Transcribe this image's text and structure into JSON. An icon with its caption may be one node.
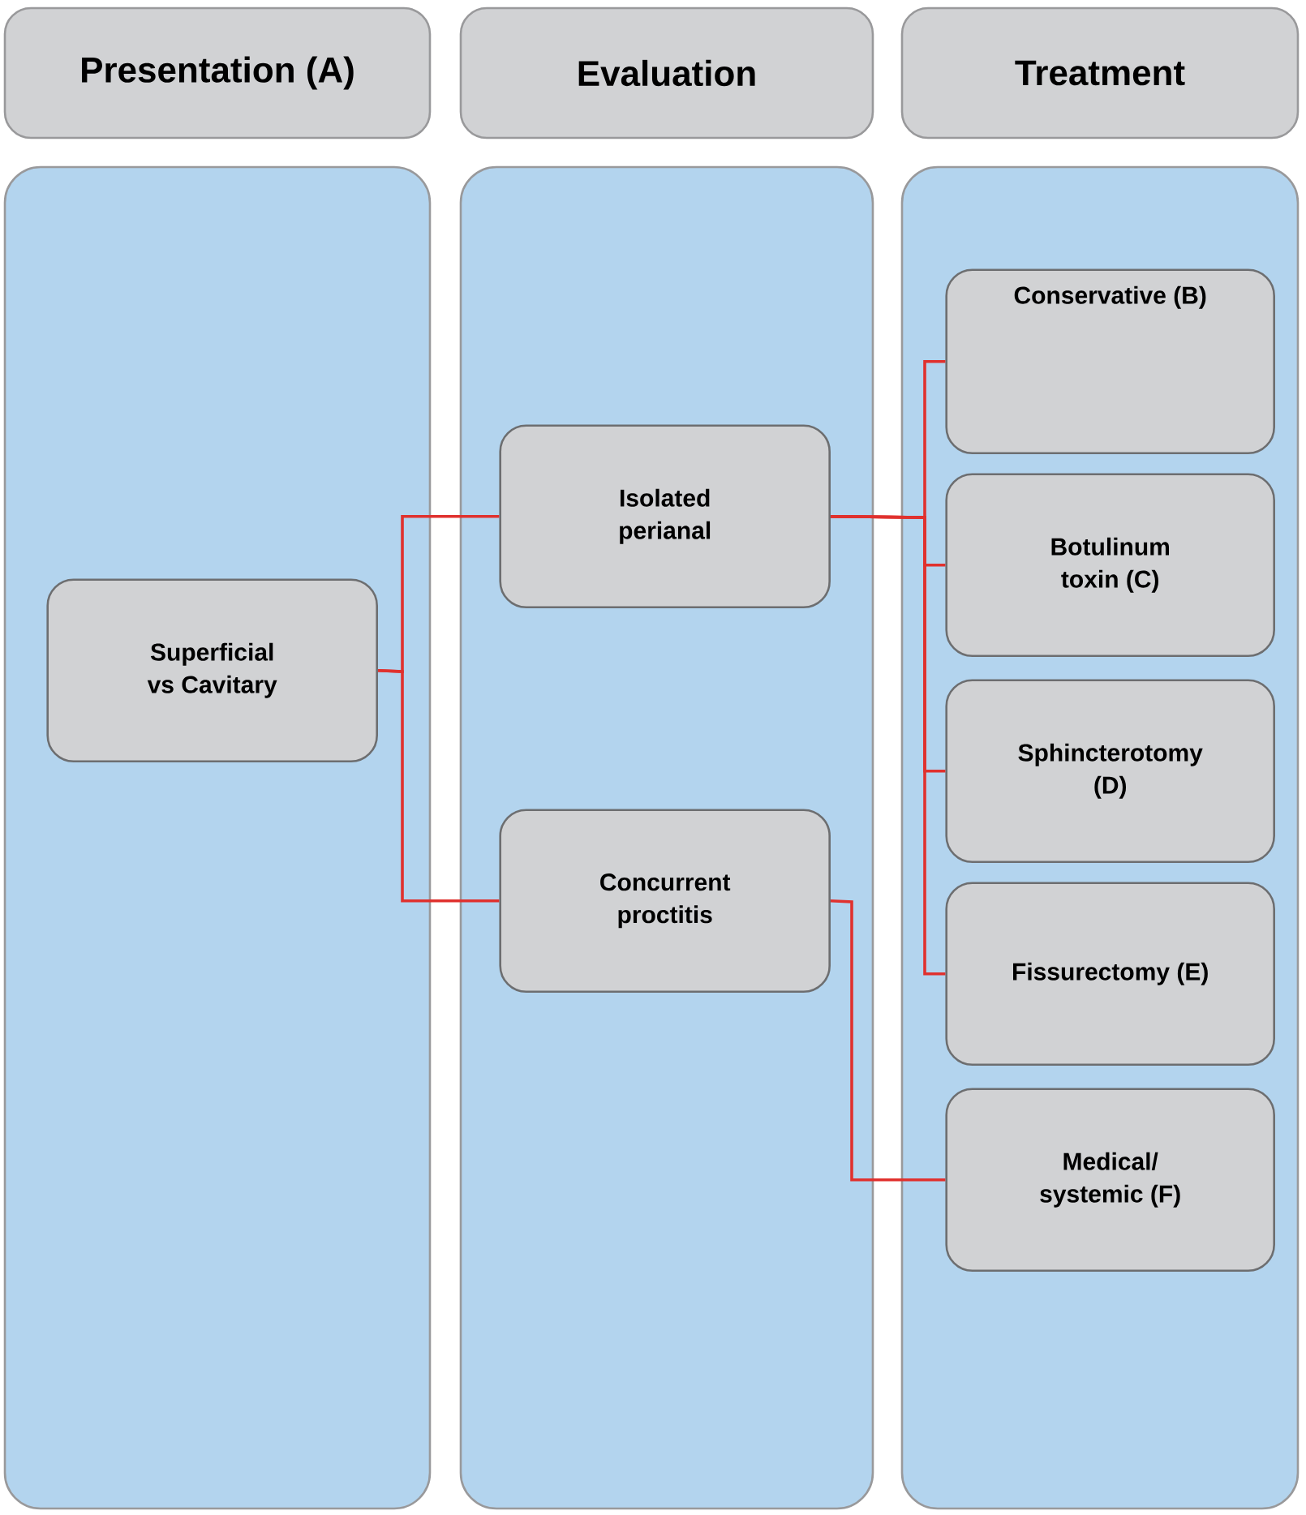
{
  "diagram": {
    "nodes": [
      {
        "text": [
          "Presentation (A)"
        ]
      },
      {
        "text": [
          "Evaluation"
        ]
      },
      {
        "text": [
          "Treatment"
        ]
      },
      {
        "text": [],
        "shape": "box"
      },
      {
        "text": [],
        "shape": "box"
      },
      {
        "text": [],
        "shape": "box"
      },
      {
        "text": [
          "Superficial vs Cavitary"
        ],
        "in": 3
      },
      {
        "text": [
          "Isolated perianal"
        ],
        "in": 4
      },
      {
        "text": [
          "Concurrent proctitis"
        ],
        "in": 4
      },
      {
        "text": [
          "Conservative (B)"
        ],
        "in": 5
      },
      {
        "text": [
          "Botulinum toxin (C)"
        ],
        "in": 5
      },
      {
        "text": [
          "Sphincterotomy (D)"
        ],
        "in": 5
      },
      {
        "text": [
          "Fissurectomy (E)"
        ],
        "in": 5
      },
      {
        "text": [
          "Medical/ systemic (F)"
        ],
        "in": 5
      }
    ],
    "edges": [
      {
        "from": 6,
        "to": 7,
        "arrow": "none"
      },
      {
        "from": 6,
        "to": 8,
        "arrow": "none"
      },
      {
        "from": 7,
        "to": 9,
        "arrow": "none"
      },
      {
        "from": 7,
        "to": 10,
        "arrow": "none"
      },
      {
        "from": 7,
        "to": 11,
        "arrow": "none"
      },
      {
        "from": 7,
        "to": 12,
        "arrow": "none"
      },
      {
        "from": 8,
        "to": 13,
        "arrow": "none"
      }
    ]
  }
}
